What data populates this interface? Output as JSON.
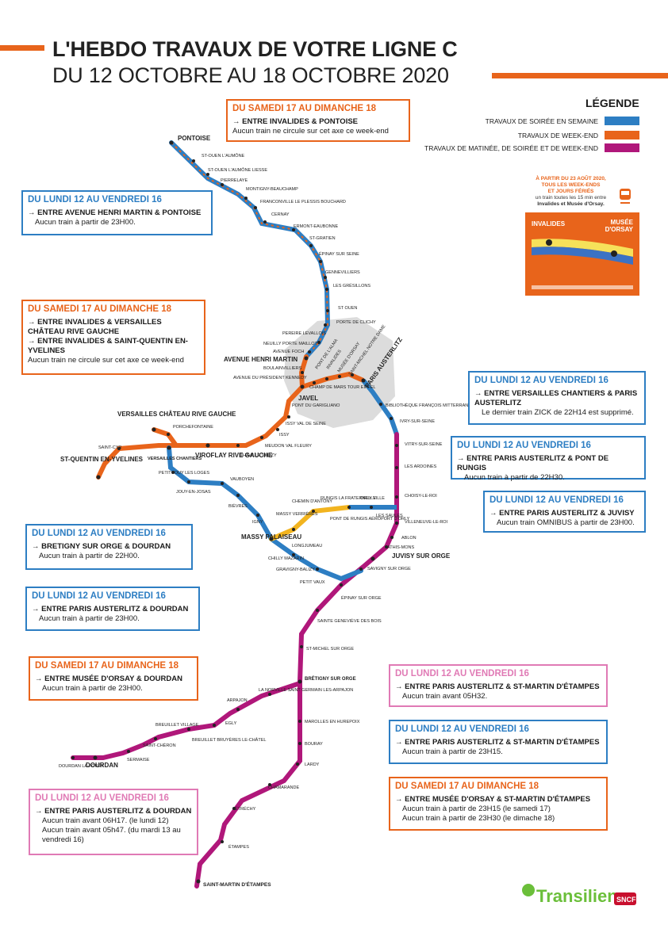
{
  "header": {
    "title": "L'HEBDO TRAVAUX DE VOTRE LIGNE C",
    "subtitle": "DU 12 OCTOBRE AU 18 OCTOBRE 2020"
  },
  "legend": {
    "title": "LÉGENDE",
    "items": [
      {
        "label": "TRAVAUX DE SOIRÉE EN SEMAINE",
        "color": "#2d7ec3"
      },
      {
        "label": "TRAVAUX DE WEEK-END",
        "color": "#e8641b"
      },
      {
        "label": "TRAVAUX DE MATINÉE, DE SOIRÉE ET DE WEEK-END",
        "color": "#b0177a"
      }
    ]
  },
  "boxes": [
    {
      "head": "DU SAMEDI 17 AU DIMANCHE 18",
      "line": "→ ENTRE INVALIDES & PONTOISE",
      "notes": [
        "Aucun train ne circule sur cet axe ce week-end"
      ]
    },
    {
      "head": "DU LUNDI 12 AU VENDREDI 16",
      "line": "→ ENTRE AVENUE HENRI MARTIN & PONTOISE",
      "notes": [
        "Aucun train à partir de 23H00."
      ]
    },
    {
      "head": "DU SAMEDI 17 AU DIMANCHE 18",
      "line": "→ ENTRE INVALIDES & VERSAILLES CHÂTEAU RIVE GAUCHE",
      "line2": "→ ENTRE INVALIDES & SAINT-QUENTIN EN-YVELINES",
      "notes": [
        "Aucun train ne circule sur cet axe ce week-end"
      ]
    },
    {
      "head": "DU LUNDI 12 AU VENDREDI 16",
      "line": "→ ENTRE VERSAILLES CHANTIERS & PARIS AUSTERLITZ",
      "notes": [
        "Le dernier train ZICK de 22H14 est supprimé."
      ]
    },
    {
      "head": "DU LUNDI 12 AU VENDREDI 16",
      "line": "→ ENTRE PARIS AUSTERLITZ & PONT DE RUNGIS",
      "notes": [
        "Aucun train à partir de 22H30."
      ]
    },
    {
      "head": "DU LUNDI 12 AU VENDREDI 16",
      "line": "→ ENTRE PARIS AUSTERLITZ & JUVISY",
      "notes": [
        "Aucun train OMNIBUS à partir de 23H00."
      ]
    },
    {
      "head": "DU LUNDI 12 AU VENDREDI 16",
      "line": "→ BRETIGNY SUR ORGE & DOURDAN",
      "notes": [
        "Aucun train à partir de 22H00."
      ]
    },
    {
      "head": "DU LUNDI 12 AU VENDREDI 16",
      "line": "→ ENTRE PARIS AUSTERLITZ & DOURDAN",
      "notes": [
        "Aucun train à partir de 23H00."
      ]
    },
    {
      "head": "DU SAMEDI 17 AU DIMANCHE 18",
      "line": "→ ENTRE MUSÉE D'ORSAY & DOURDAN",
      "notes": [
        "Aucun train à partir de  23H00."
      ]
    },
    {
      "head": "DU LUNDI 12 AU VENDREDI 16",
      "line": "→ ENTRE PARIS AUSTERLITZ & ST-MARTIN D'ÉTAMPES",
      "notes": [
        "Aucun train avant 05H32."
      ]
    },
    {
      "head": "DU LUNDI 12 AU VENDREDI 16",
      "line": "→ ENTRE PARIS AUSTERLITZ & ST-MARTIN D'ÉTAMPES",
      "notes": [
        "Aucun train à partir de 23H15."
      ]
    },
    {
      "head": "DU SAMEDI 17 AU DIMANCHE 18",
      "line": "→ ENTRE MUSÉE D'ORSAY & ST-MARTIN D'ÉTAMPES",
      "notes": [
        "Aucun train à partir de 23H15 (le samedi 17)",
        "Aucun train à partir de 23H30 (le dimache 18)"
      ]
    },
    {
      "head": "DU LUNDI 12 AU VENDREDI 16",
      "line": "→ ENTRE PARIS AUSTERLITZ & DOURDAN",
      "notes": [
        "Aucun train avant 06H17. (le lundi 12)",
        "Aucun train avant 05h47. (du mardi 13 au vendredi 16)"
      ]
    }
  ],
  "stations": {
    "pontoise": "PONTOISE",
    "st_ouen_aumone": "ST-OUEN L'AUMÔNE",
    "st_ouen_liesse": "ST-OUEN L'AUMÔNE LIESSE",
    "pierrelaye": "PIERRELAYE",
    "montigny": "MONTIGNY-BEAUCHAMP",
    "franconville": "FRANCONVILLE LE PLESSIS BOUCHARD",
    "cernay": "CERNAY",
    "ermont": "ERMONT-EAUBONNE",
    "st_gratien": "ST-GRATIEN",
    "epinay": "ÉPINAY SUR SEINE",
    "gennevilliers": "GENNEVILLIERS",
    "gresillons": "LES GRÉSILLONS",
    "st_ouen": "ST OUEN",
    "porte_clichy": "PORTE DE CLICHY",
    "pereire": "PEREIRE LEVALLOIS",
    "neuilly": "NEUILLY PORTE MAILLOT",
    "foch": "AVENUE FOCH",
    "henri_martin": "AVENUE HENRI MARTIN",
    "boulainvilliers": "BOULAINVILLIERS",
    "kennedy": "AVENUE DU PRÉSIDENT KENNEDY",
    "javel": "JAVEL",
    "pont_alma": "PONT DE L'ALMA",
    "invalides": "INVALIDES",
    "orsay": "MUSÉE D'ORSAY",
    "st_michel": "SAINT-MICHEL NOTRE DAME",
    "champ_mars": "CHAMP DE MARS TOUR EIFFEL",
    "garigliano": "PONT DU GARIGLIANO",
    "austerlitz": "PARIS AUSTERLITZ",
    "bibliotheque": "BIBLIOTHÈQUE FRANÇOIS MITTERRAND",
    "ivry": "IVRY-SUR-SEINE",
    "vitry": "VITRY-SUR-SEINE",
    "ardoines": "LES ARDOINES",
    "choisy": "CHOISY-LE-ROI",
    "villeneuve": "VILLENEUVE-LE-ROI",
    "ablon": "ABLON",
    "athis": "ATHIS-MONS",
    "juvisy": "JUVISY SUR ORGE",
    "savigny": "SAVIGNY SUR ORGE",
    "epinay_orge": "ÉPINAY SUR ORGE",
    "ste_genevieve": "SAINTE GENEVIÈVE DES BOIS",
    "st_michel_orge": "ST-MICHEL SUR ORGE",
    "bretigny": "BRÉTIGNY SUR ORGE",
    "marolles": "MAROLLES EN HUREPOIX",
    "bouray": "BOURAY",
    "lardy": "LARDY",
    "chamarande": "CHAMARANDE",
    "etrechy": "ÉTRÉCHY",
    "etampes": "ÉTAMPES",
    "st_martin": "SAINT-MARTIN D'ÉTAMPES",
    "norville": "LA NORVILLE SAINT GERMAIN LES-ARPAJON",
    "arpajon": "ARPAJON",
    "egly": "EGLY",
    "breuillet_village": "BREUILLET VILLAGE",
    "breuillet_bruyeres": "BREUILLET BRUYÈRES LE-CHÂTEL",
    "st_cheron": "SAINT-CHÉRON",
    "sermaise": "SERMAISE",
    "dourdan": "DOURDAN",
    "dourdan_foret": "DOURDAN LA-FORÊT",
    "issy_val": "ISSY VAL DE SEINE",
    "issy": "ISSY",
    "meudon": "MEUDON VAL FLEURY",
    "chaville": "CHAVILLE VÉLIZY",
    "viroflay": "VIROFLAY RIVE GAUCHE",
    "porchefontaine": "PORCHEFONTAINE",
    "versailles_rg": "VERSAILLES CHÂTEAU RIVE GAUCHE",
    "versailles_ch": "VERSAILLES CHANTIERS",
    "st_cyr": "SAINT-CYR",
    "sqy": "ST-QUENTIN EN-YVELINES",
    "petit_jouy": "PETIT JOUY LES LOGES",
    "jouy": "JOUY-EN-JOSAS",
    "vauboyen": "VAUBOYEN",
    "bievres": "BIÈVRES",
    "igny": "IGNY",
    "massy": "MASSY PALAISEAU",
    "massy_verrieres": "MASSY VERRIÈRES",
    "chemin_antony": "CHEMIN D'ANTONY",
    "rungis": "RUNGIS LA FRATERNELLE",
    "pont_rungis": "PONT DE RUNGIS AÉROPORT D'ORLY",
    "orly": "ORLY VILLE",
    "saules": "LES SAULES",
    "longjumeau": "LONGJUMEAU",
    "chilly": "CHILLY MAZARIN",
    "gravigny": "GRAVIGNY-BALIZY",
    "petit_vaux": "PETIT VAUX"
  },
  "promo": {
    "lines": [
      "À PARTIR DU 23 AOÛT 2020,",
      "TOUS LES WEEK-ENDS",
      "ET JOURS FÉRIÉS",
      "un train toutes les 15 min entre",
      "Invalides et Musée d'Orsay."
    ],
    "left_label": "INVALIDES",
    "right_label": "MUSÉE D'ORSAY"
  },
  "brand": {
    "name": "Transilien",
    "operator": "SNCF"
  },
  "colors": {
    "blue": "#2d7ec3",
    "orange": "#e8641b",
    "magenta": "#b0177a",
    "yellow": "#f2b41f",
    "green": "#6bbf3a",
    "gray": "#dcdcdc"
  }
}
